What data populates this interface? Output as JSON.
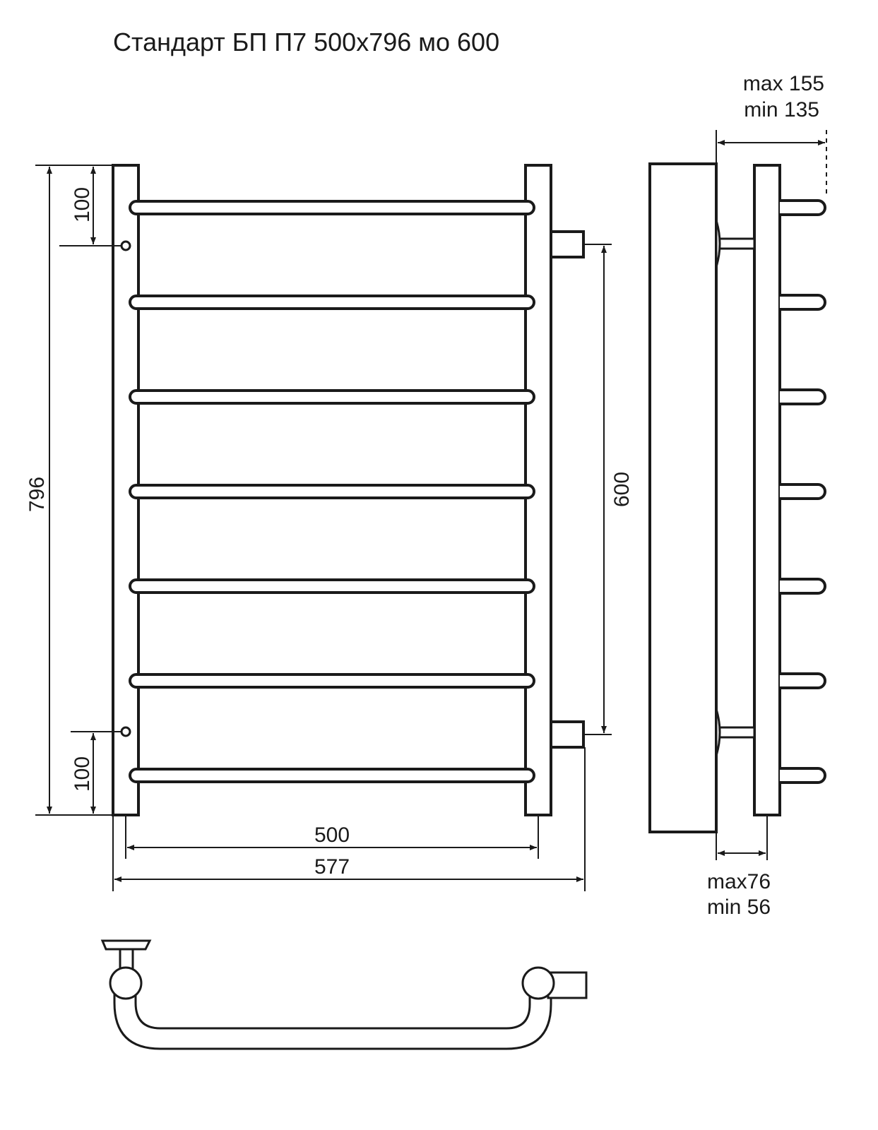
{
  "title": "Стандарт БП П7 500x796 мо 600",
  "front_view": {
    "height_label": "796",
    "top_offset_label": "100",
    "bottom_offset_label": "100",
    "axis_distance_label": "600",
    "inner_width_label": "500",
    "outer_width_label": "577"
  },
  "side_view": {
    "depth_max_label": "max 155",
    "depth_min_label": "min 135",
    "wall_gap_max_label": "max76",
    "wall_gap_min_label": "min 56"
  },
  "rung_count": 7
}
